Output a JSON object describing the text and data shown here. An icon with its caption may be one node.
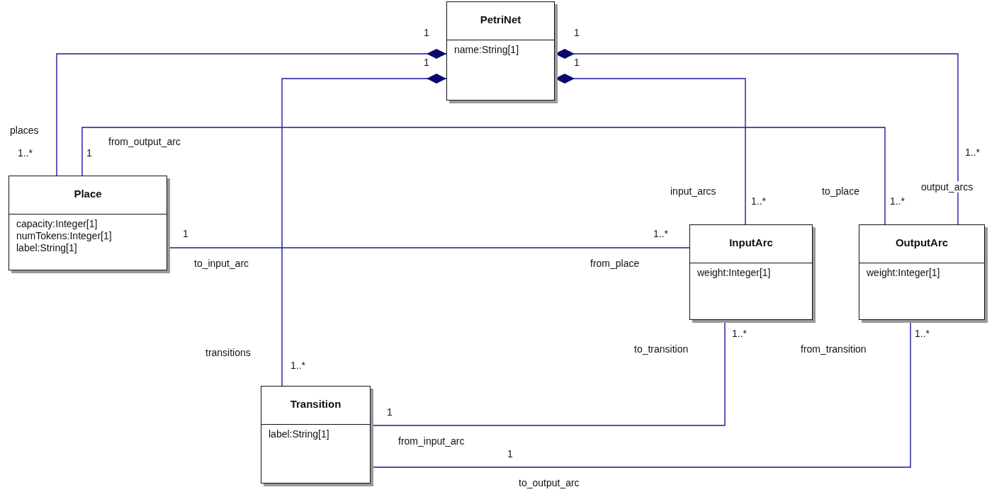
{
  "diagram": {
    "nodes": [
      {
        "text": [
          "PetriNet",
          "name:String[1]"
        ]
      },
      {
        "text": [
          "Place",
          "capacity:Integer[1]",
          "numTokens:Integer[1]",
          "label:String[1]"
        ]
      },
      {
        "text": [
          "InputArc",
          "weight:Integer[1]"
        ]
      },
      {
        "text": [
          "OutputArc",
          "weight:Integer[1]"
        ]
      },
      {
        "text": [
          "Transition",
          "label:String[1]"
        ]
      }
    ],
    "edges": [
      {
        "from": 0,
        "to": 1,
        "arrow": "other"
      },
      {
        "from": 0,
        "to": 4,
        "arrow": "other"
      },
      {
        "from": 0,
        "to": 2,
        "arrow": "other"
      },
      {
        "from": 0,
        "to": 3,
        "arrow": "other"
      },
      {
        "from": 1,
        "to": 3,
        "arrow": "none"
      },
      {
        "from": 1,
        "to": 2,
        "arrow": "none"
      },
      {
        "from": 4,
        "to": 2,
        "arrow": "none"
      },
      {
        "from": 4,
        "to": 3,
        "arrow": "none"
      }
    ],
    "labels": [
      "1",
      "1",
      "1",
      "1",
      "places",
      "1..*",
      "1",
      "from_output_arc",
      "1..*",
      "input_arcs",
      "to_place",
      "output_arcs",
      "1..*",
      "1..*",
      "1",
      "1..*",
      "to_input_arc",
      "from_place",
      "transitions",
      "1..*",
      "to_transition",
      "1..*",
      "from_transition",
      "1..*",
      "1",
      "from_input_arc",
      "1",
      "to_output_arc"
    ]
  }
}
